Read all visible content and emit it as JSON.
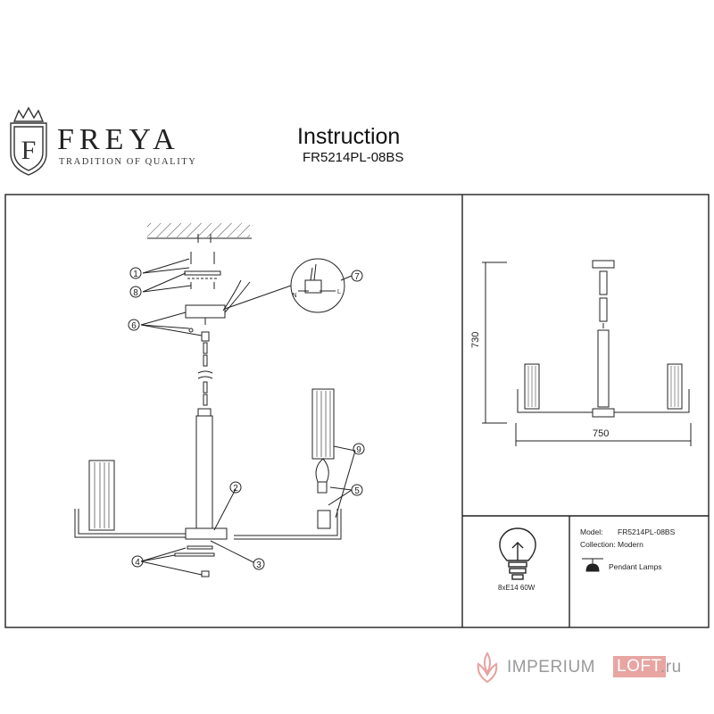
{
  "header": {
    "brand_name": "FREYA",
    "brand_tagline": "TRADITION OF QUALITY",
    "title": "Instruction",
    "model_code": "FR5214PL-08BS"
  },
  "diagram": {
    "callouts": [
      "1",
      "8",
      "6",
      "7",
      "2",
      "3",
      "4",
      "9",
      "5"
    ],
    "wire_labels": [
      "N",
      "L"
    ]
  },
  "dimensions": {
    "height": "730",
    "width": "750"
  },
  "info": {
    "model_label": "Model:",
    "model_value": "FR5214PL-08BS",
    "collection_label": "Collection:",
    "collection_value": "Modern",
    "type_label": "Pendant Lamps",
    "lamp_spec": "8xE14 60W"
  },
  "watermark": {
    "part1": "IMPERIUM",
    "part2": "LOFT",
    "part3": ".ru"
  }
}
